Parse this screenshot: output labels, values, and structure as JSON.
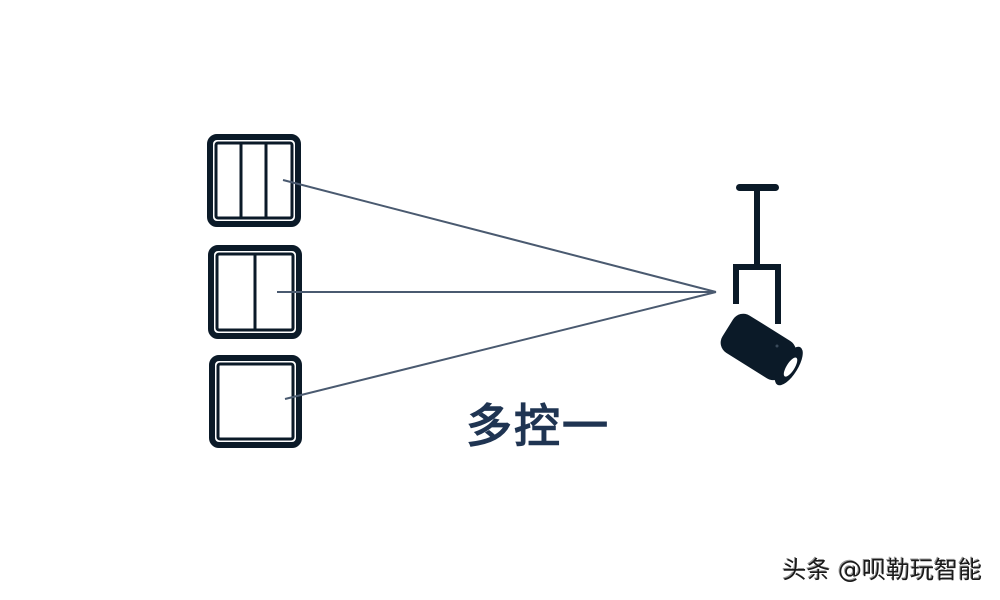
{
  "diagram": {
    "caption": "多控一",
    "watermark": "头条 @呗勒玩智能",
    "colors": {
      "icon": "#0b1a28",
      "line": "#4a5a70",
      "caption": "#1f3452",
      "background": "#ffffff"
    },
    "switches": [
      {
        "id": "switch-3-gang",
        "gangs": 3
      },
      {
        "id": "switch-2-gang",
        "gangs": 2
      },
      {
        "id": "switch-1-gang",
        "gangs": 1
      }
    ],
    "target": "track-spotlight",
    "connections": [
      {
        "from": "switch-3-gang",
        "to": "track-spotlight"
      },
      {
        "from": "switch-2-gang",
        "to": "track-spotlight"
      },
      {
        "from": "switch-1-gang",
        "to": "track-spotlight"
      }
    ]
  }
}
